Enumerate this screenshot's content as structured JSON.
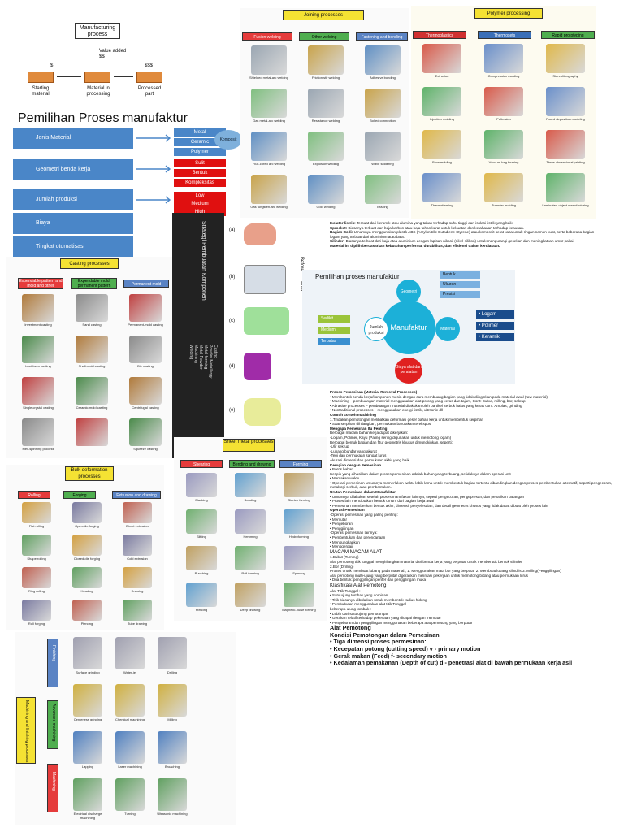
{
  "flow": {
    "title": "Manufacturing process",
    "value_added": "Value added $$",
    "price1": "$",
    "price2": "$$$",
    "starting": "Starting material",
    "material_processing": "Material in processing",
    "processed": "Processed part"
  },
  "pemilihan": {
    "heading": "Pemilihan Proses manufaktur",
    "factors": [
      "Jenis Material",
      "Geometri benda kerja",
      "Jumlah produksi",
      "Biaya",
      "Tingkat otomatisasi"
    ],
    "materials": [
      "Metal",
      "Ceramic",
      "Polymer"
    ],
    "komposit": "Komposit",
    "geometry": [
      "Sulit",
      "Bentuk",
      "Kompleksitas"
    ],
    "quantity": [
      "Low",
      "Medium",
      "High"
    ]
  },
  "joining": {
    "title": "Joining processes",
    "categories": [
      "Fusion welding",
      "Other welding",
      "Fastening and bonding"
    ],
    "items": [
      "Shielded metal-arc welding",
      "Friction stir welding",
      "Adhesive bonding",
      "Gas metal-arc welding",
      "Resistance welding",
      "Bolted connection",
      "Flux-cored arc welding",
      "Explosion welding",
      "Wave soldering",
      "Gas tungsten-arc welding",
      "Cold welding",
      "Brazing"
    ]
  },
  "polymer": {
    "title": "Polymer processing",
    "categories": [
      "Thermoplastics",
      "Thermosets",
      "Rapid prototyping"
    ],
    "items": [
      "Extrusion",
      "Compression molding",
      "Stereolithography",
      "Injection molding",
      "Pultrusion",
      "Fused deposition modeling",
      "Blow molding",
      "Vacuum-bag forming",
      "Three-dimensional printing",
      "Thermoforming",
      "Transfer molding",
      "Laminated-object manufacturing"
    ]
  },
  "casting": {
    "title": "Casting processes",
    "categories": [
      "Expendable pattern and mold and other",
      "Expendable mold, permanent pattern",
      "Permanent mold"
    ],
    "items": [
      "Investment casting",
      "Sand casting",
      "Permanent-mold casting",
      "Lost-foam casting",
      "Shell-mold casting",
      "Die casting",
      "Single-crystal casting",
      "Ceramic-mold casting",
      "Centrifugal casting",
      "Melt-spinning process",
      "",
      "Squeeze casting"
    ]
  },
  "strategy": {
    "title": "Strategi Pembuatan Komponen",
    "items": [
      "Casting",
      "Powder Metallurgy",
      "Metal forming",
      "Metal Powder",
      "Machining",
      "Welding"
    ],
    "labels": [
      "(a)",
      "(b)",
      "(c)",
      "(d)",
      "(e)"
    ],
    "before": "Before",
    "after": "After"
  },
  "info": {
    "isolator_b": "Isolator listrik:",
    "isolator": "Terbuat dari keramik atau alumina yang tahan terhadap suhu tinggi dan isolasi listrik yang baik.",
    "sprocket_b": "Sprocket:",
    "sprocket": "Biasanya terbuat dari baja karbon atau baja tahan karat untuk kekuatan dan ketahanan terhadap keausan.",
    "badan_b": "Bagian Bodi:",
    "badan": "Umumnya menggunakan plastik ABS (Acrylonitrile Butadiene Styrene) atau komposit serat kaca untuk ringan namun kuat, serta beberapa bagian logam yang terbuat dari aluminium atau baja.",
    "silinder_b": "Silinder:",
    "silinder": "Biasanya terbuat dari baja atau aluminium dengan lapisan nikasil (nikel-silikon) untuk mengurangi gesekan dan meningkatkan umur pakai.",
    "kesimpulan": "Material ini dipilih berdasarkan kebutuhan performa, durabilitas, dan efisiensi dalam kendaraan."
  },
  "mindmap": {
    "title": "Pemilihan proses manufaktur",
    "center": "Manufaktur",
    "geometri": "Geometri",
    "geo_items": [
      "Bentuk",
      "Ukuran",
      "Presisi"
    ],
    "jumlah": "Jumlah produksi",
    "qty_items": [
      "Sedikit",
      "Medium",
      "Terbatas"
    ],
    "material": "Material",
    "mat_items": [
      "Logam",
      "Polimer",
      "Keramik"
    ],
    "biaya": "Biaya alat dan peralatan"
  },
  "bulk": {
    "title": "Bulk deformation processes",
    "categories": [
      "Rolling",
      "Forging",
      "Extrusion and drawing"
    ],
    "items": [
      "Flat rolling",
      "Open-die forging",
      "Direct extrusion",
      "Shape rolling",
      "Closed-die forging",
      "Cold extrusion",
      "Ring rolling",
      "Heading",
      "Drawing",
      "Roll forging",
      "Piercing",
      "Tube drawing"
    ]
  },
  "sheet": {
    "title": "Sheet metal processes",
    "categories": [
      "Shearing",
      "Bending and drawing",
      "Forming"
    ],
    "items": [
      "Blanking",
      "Bending",
      "Stretch forming",
      "Slitting",
      "Hemming",
      "Hydroforming",
      "Punching",
      "Roll forming",
      "Spinning",
      "Piercing",
      "Deep drawing",
      "Magnetic-pulse forming"
    ]
  },
  "machining": {
    "title": "Machining and finishing processes",
    "categories": [
      "Finishing",
      "Advanced machining",
      "Machining"
    ],
    "items": [
      "Surface grinding",
      "Centerless grinding",
      "Lapping",
      "Electrical discharge machining",
      "Water-jet",
      "Chemical machining",
      "Laser machining",
      "Turning",
      "Drilling",
      "Milling",
      "Broaching",
      "Ultrasonic machining"
    ]
  },
  "text": {
    "l1": "Proses Pemesinan (Material Removal Processes)",
    "l2": "• Membentuk benda kerja/komponen mesin dengan cara membuang bagian yang tidak diinginkan pada material awal (raw material)",
    "l3": "• Machining – pembuangan material menggunakan alat potong yang keras dan tajam, Cont: Bubut, milling, bor, sekrap",
    "l4": "• Abrasive processes – pembuangan material dilakukan oleh partikel serbuk halus yang keras cont: Amplas, grinding",
    "l5": "• Nontraditional processes – menggunakan energi listrik, ultrsonic dll",
    "l6": "Contoh contoh machining",
    "l7": "1.Tindakan pemotongan melibatkan deformasi geser bahan kerja untuk membentuk serpihan",
    "l8": "• Saat serpihan dihilangkan, permukaan baru akan terekspos",
    "l9": "Mengapa Pemesinan Itu Penting",
    "l10": "Berbagai macam bahan kerja dapat dikerjakan:",
    "l11": "-Logam, Polimer, Kayu (Paling sering digunakan untuk memotong logam)",
    "l12": "Berbagai bentuk bagian dan fitur geometris khusus dimungkinkan, seperti:",
    "l13": "-Ulir sekrup",
    "l14": "-Lubang bundar yang akurat",
    "l15": "-Tepi dan permukaan sangat lurus",
    "l16": "Akurasi dimensi dan permukaan akhir yang baik",
    "l17": "Kerugian dengan Pemesinan",
    "l18": "• Boros bahan",
    "l19": "Keripik yang dihasilkan dalam proses pemesinan adalah bahan yang terbuang, setidaknya dalam operasi unit",
    "l20": "• Memakan waktu",
    "l21": "• Operasi pemesinan umumnya memerlukan waktu lebih lama untuk membentuk bagian tertentu dibandingkan dengan proses pembentukan alternatif, seperti pengecoran, metalurgi serbuk, atau pembentukan.",
    "l22": "Urutan Pemesinan dalam Manufaktur",
    "l23": "• Umumnya dilakukan setelah proses manufaktur lainnya, seperti pengecoran, pengepresan, dan penarikan batangan",
    "l24": "• Proses lain menciptakan bentuk umum dari bagian kerja awal",
    "l25": "• Pemesinan memberikan bentuk akhir, dimensi, penyelesaian, dan detail geometris khusus yang tidak dapat dibuat oleh proses lain",
    "l26": "Operasi Pemesinan",
    "l27": "-Operasi pemesinan yang paling penting:",
    "l28": "• Memutar",
    "l29": "• Pengeboran",
    "l30": "• Penggilingan",
    "l31": "-Operasi pemesinan lainnya:",
    "l32": "• Pembentukan dan perencanaan",
    "l33": "• Mengungkapkan",
    "l34": "• Menggergaji",
    "l35": "MACAM MACAM ALAT",
    "l36": "1.Bubut (Turning)",
    "l37": "Alat pemotong titik tunggal menghilangkan material dari benda kerja yang berputar untuk membentuk bentuk silinder",
    "l38": "2.Bor (Drilling)",
    "l39": "Proses untuk membuat lubang pada material., 1. Menggunakan mata bor yang berputar 2. Membuat lubang silindris 3. Milling(Penggilingan)",
    "l40": "Alat pemotong multi-ujung yang berputar digerakkan melintasi pekerjaan untuk memotong bidang atau permukaan lurus",
    "l41": "• Dua bentuk: penggilingan perifer dan penggilingan muka",
    "l42": "Klasifikasi Alat Pemotong",
    "l43": "Alat Titik Tunggal :",
    "l44": "• Satu ujung tombak yang dominan",
    "l45": "• Titik biasanya dibulatkan untuk membentuk radius hidung",
    "l46": "• Pembubutan menggunakan alat titik Tunggal",
    "l47": "beberapa ujung tombak :",
    "l48": "• Lebih dari satu ujung pemotongan",
    "l49": "• Gerakan relatif terhadap pekerjaan yang dicapai dengan memutar",
    "l50": "• Pengeboran dan penggilingan menggunakan beberapa alat pemotong yang berputar",
    "l51": "Alat Pemotong",
    "l52": "Kondisi Pemotongan dalam Pemesinan",
    "l53": "• Tiga dimensi proses permesinan:",
    "l54": "• Kecepatan potong (cutting speed) v - primary motion",
    "l55": "• Gerak makan (Feed) f- secondary motion",
    "l56": "• Kedalaman pemakanan (Depth of cut) d - penetrasi alat di bawah permukaan kerja asli"
  }
}
